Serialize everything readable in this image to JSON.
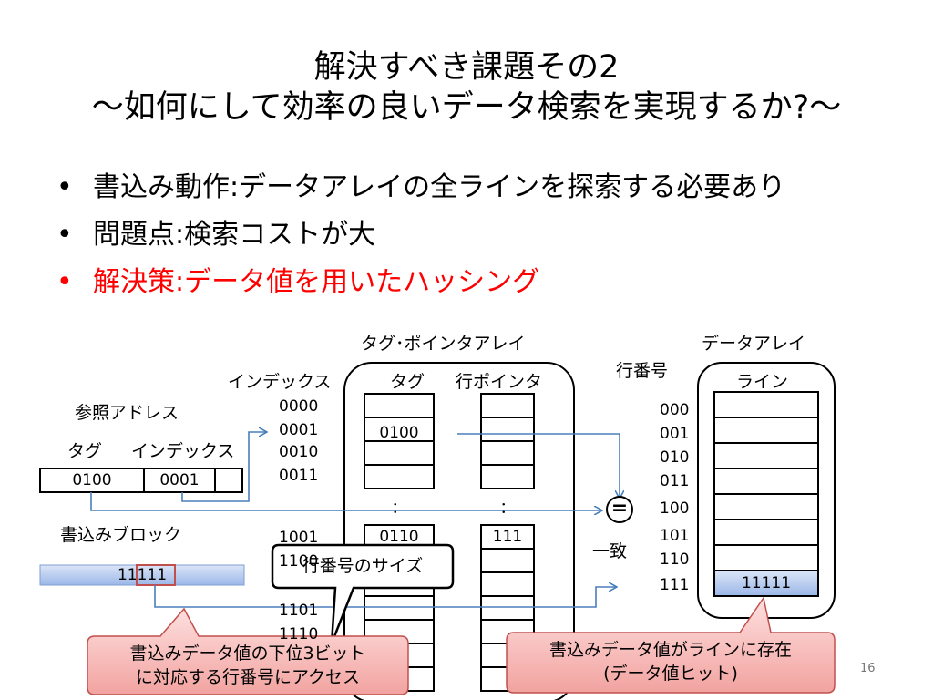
{
  "slide": {
    "title_line1": "解決すべき課題その2",
    "title_line2": "～如何にして効率の良いデータ検索を実現するか?～",
    "bullets": [
      {
        "mark": "•",
        "text": "書込み動作:データアレイの全ラインを探索する必要あり"
      },
      {
        "mark": "•",
        "text": "問題点:検索コストが大"
      },
      {
        "mark": "•",
        "text": "解決策:データ値を用いたハッシング"
      }
    ],
    "page_number": "16"
  },
  "diagram": {
    "ref_address_label": "参照アドレス",
    "tag_label": "タグ",
    "index_label": "インデックス",
    "ref_tag_value": "0100",
    "ref_index_value": "0001",
    "write_block_label": "書込みブロック",
    "write_block_value": "11111",
    "tag_pointer_array_label": "タグ･ポインタアレイ",
    "index_header": "インデックス",
    "tag_header": "タグ",
    "row_pointer_header": "行ポインタ",
    "indices_top": [
      "0000",
      "0001",
      "0010",
      "0011"
    ],
    "indices_bottom": [
      "1001",
      "1100",
      "1101",
      "1110"
    ],
    "tag_cell_value": "0100",
    "tag_cell_bottom": "0110",
    "pointer_cell_bottom": "111",
    "ellipsis": "：",
    "equals_symbol": "=",
    "match_label": "一致",
    "row_number_label": "行番号",
    "row_numbers": [
      "000",
      "001",
      "010",
      "011",
      "100",
      "101",
      "110",
      "111"
    ],
    "data_array_label": "データアレイ",
    "line_label": "ライン",
    "data_line_value": "11111",
    "callout_row_size": "行番号のサイズ",
    "callout_lower3": "書込みデータ値の下位3ビット\nに対応する行番号にアクセス",
    "callout_hit": "書込みデータ値がラインに存在\n(データ値ヒット)"
  },
  "colors": {
    "arrow": "#4a7ebb",
    "highlight_red": "#c0504d",
    "accent_red": "#ff0000",
    "blue_fill_top": "#dbe5f7",
    "blue_fill_bottom": "#9bb7e8",
    "pink_fill_top": "#fde0df",
    "pink_fill_bottom": "#f2a3a0"
  }
}
